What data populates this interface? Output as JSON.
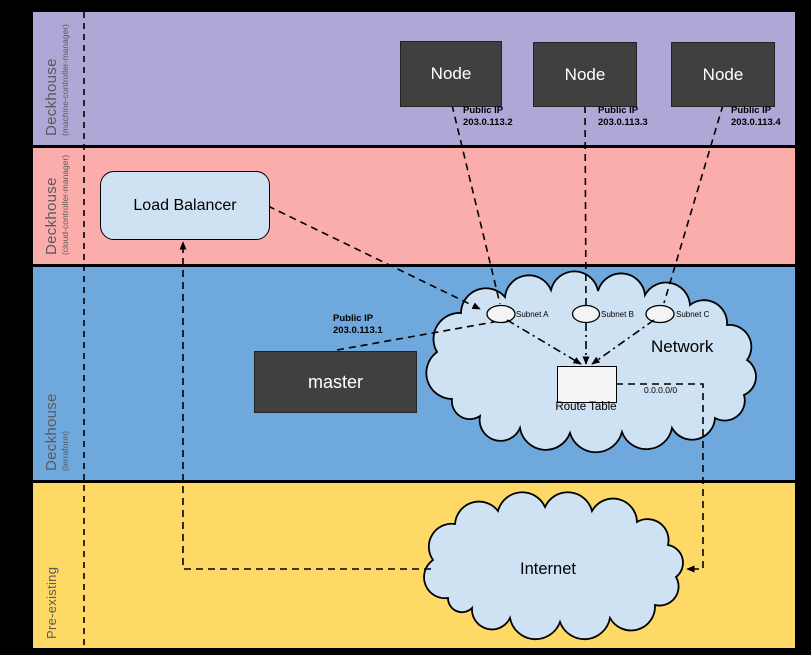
{
  "bands": [
    {
      "label": "Deckhouse",
      "sublabel": "(machine-controller-manager)"
    },
    {
      "label": "Deckhouse",
      "sublabel": "(cloud-controller-manager)"
    },
    {
      "label": "Deckhouse",
      "sublabel": "(terraform)"
    },
    {
      "label": "Pre-existing",
      "sublabel": ""
    }
  ],
  "nodes": [
    {
      "label": "Node",
      "ip_title": "Public IP",
      "ip": "203.0.113.2"
    },
    {
      "label": "Node",
      "ip_title": "Public IP",
      "ip": "203.0.113.3"
    },
    {
      "label": "Node",
      "ip_title": "Public IP",
      "ip": "203.0.113.4"
    }
  ],
  "load_balancer": {
    "label": "Load Balancer"
  },
  "master": {
    "label": "master",
    "ip_title": "Public IP",
    "ip": "203.0.113.1"
  },
  "network": {
    "label": "Network",
    "subnets": [
      {
        "label": "Subnet A"
      },
      {
        "label": "Subnet B"
      },
      {
        "label": "Subnet C"
      }
    ],
    "route_table": {
      "label": "Route Table"
    },
    "default_route": "0.0.0.0/0"
  },
  "internet": {
    "label": "Internet"
  },
  "colors": {
    "band_machine_controller_manager": "#b1a7d6",
    "band_cloud_controller_manager": "#fbadac",
    "band_terraform": "#6fa8dc",
    "band_preexisting": "#ffd966",
    "dark_box": "#404040",
    "cloud_fill": "#cfe2f3",
    "subnet_fill": "#f4f4f4",
    "route_table_fill": "#f4f4f4",
    "band_label_text": "#5a5a5a",
    "separator": "#000000"
  }
}
